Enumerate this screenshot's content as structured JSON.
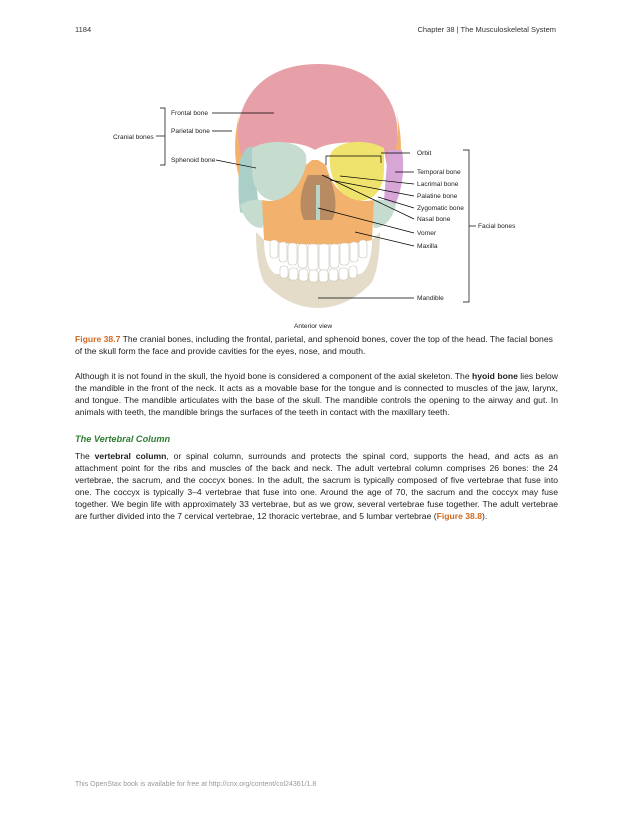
{
  "header": {
    "page_number": "1184",
    "chapter": "Chapter 38 | The Musculoskeletal System"
  },
  "figure": {
    "labels": {
      "cranial_bones": "Cranial bones",
      "frontal_bone": "Frontal bone",
      "parietal_bone": "Parietal bone",
      "sphenoid_bone": "Sphenoid bone",
      "orbit": "Orbit",
      "temporal_bone": "Temporal bone",
      "lacrimal_bone": "Lacrimal bone",
      "palatine_bone": "Palatine bone",
      "zygomatic_bone": "Zygomatic bone",
      "nasal_bone": "Nasal bone",
      "vomer": "Vomer",
      "maxilla": "Maxilla",
      "mandible": "Mandible",
      "facial_bones": "Facial bones",
      "view": "Anterior view"
    },
    "colors": {
      "frontal": "#e8a0a8",
      "sphenoid": "#a9cfc6",
      "maxilla": "#f2b26e",
      "zygomatic": "#c5dccf",
      "mandible": "#e4dcc9",
      "temporal": "#d7a6d6",
      "orbit_highlight": "#efe36e"
    },
    "caption_label": "Figure 38.7",
    "caption_text": " The cranial bones, including the frontal, parietal, and sphenoid bones, cover the top of the head. The facial bones of the skull form the face and provide cavities for the eyes, nose, and mouth."
  },
  "body": {
    "p1_a": "Although it is not found in the skull, the hyoid bone is considered a component of the axial skeleton. The ",
    "p1_bold": "hyoid bone",
    "p1_b": " lies below the mandible in the front of the neck. It acts as a movable base for the tongue and is connected to muscles of the jaw, larynx, and tongue. The mandible articulates with the base of the skull. The mandible controls the opening to the airway and gut. In animals with teeth, the mandible brings the surfaces of the teeth in contact with the maxillary teeth.",
    "section_title": "The Vertebral Column",
    "p2_a": "The ",
    "p2_bold": "vertebral column",
    "p2_b": ", or spinal column, surrounds and protects the spinal cord, supports the head, and acts as an attachment point for the ribs and muscles of the back and neck. The adult vertebral column comprises 26 bones: the 24 vertebrae, the sacrum, and the coccyx bones. In the adult, the sacrum is typically composed of five vertebrae that fuse into one. The coccyx is typically 3–4 vertebrae that fuse into one. Around the age of 70, the sacrum and the coccyx may fuse together. We begin life with approximately 33 vertebrae, but as we grow, several vertebrae fuse together. The adult vertebrae are further divided into the 7 cervical vertebrae, 12 thoracic vertebrae, and 5 lumbar vertebrae (",
    "p2_ref": "Figure 38.8",
    "p2_c": ")."
  },
  "footer": {
    "text": "This OpenStax book is available for free at http://cnx.org/content/col24361/1.8"
  }
}
